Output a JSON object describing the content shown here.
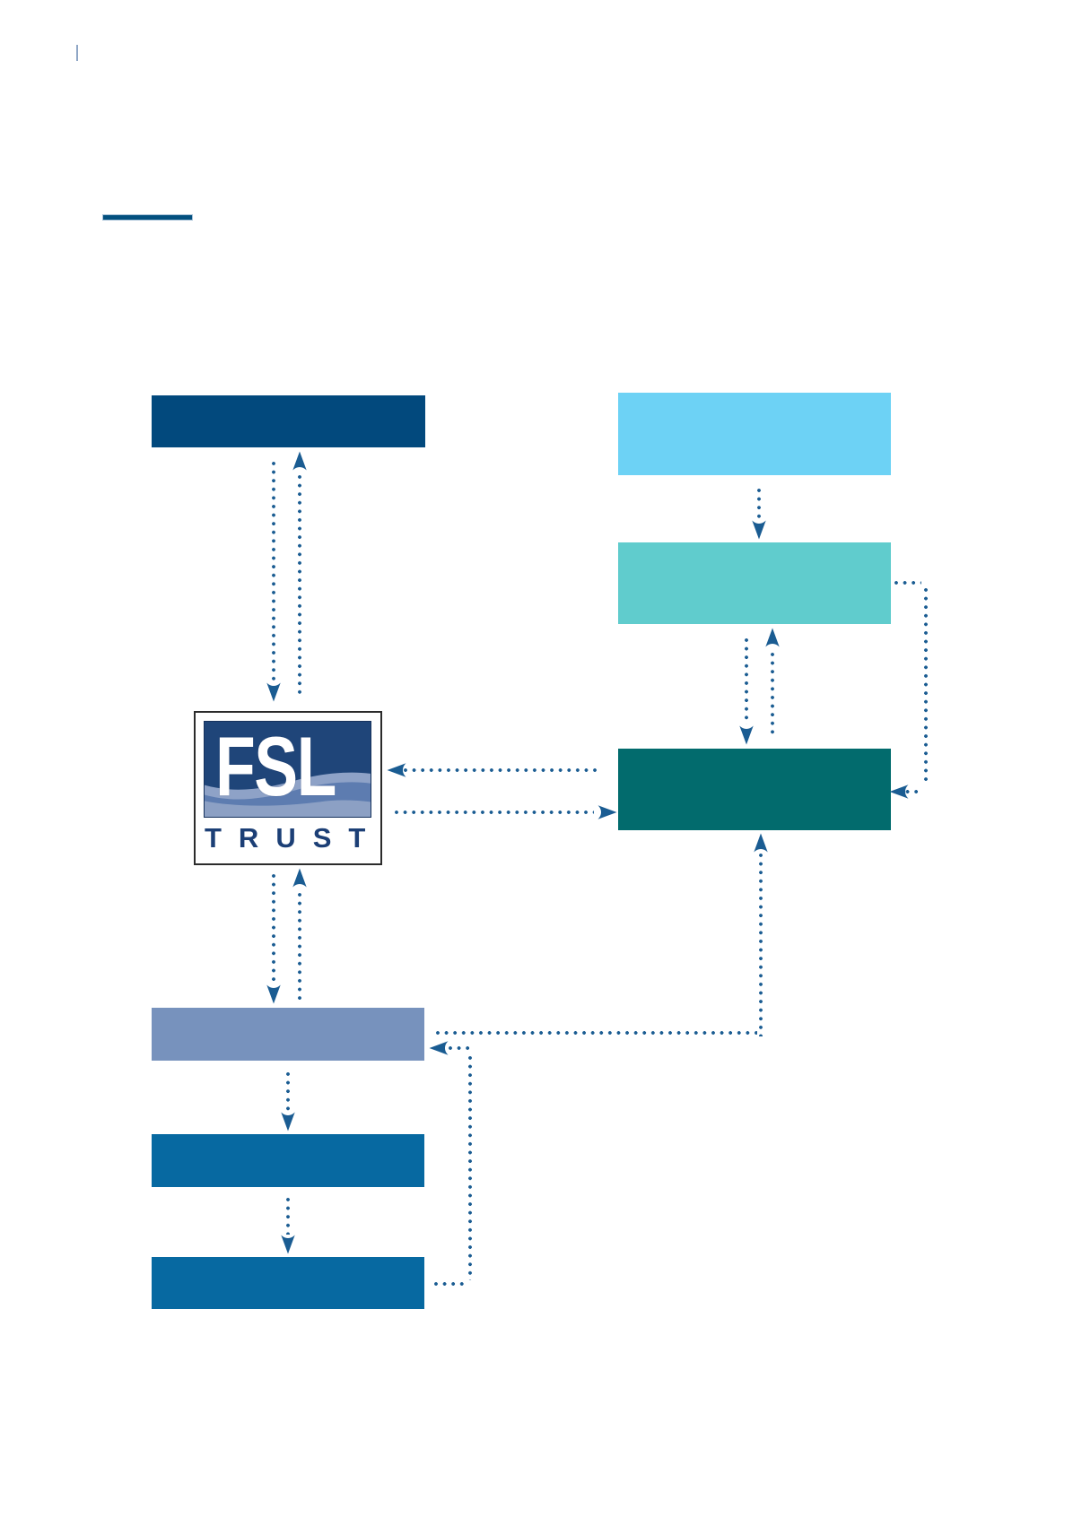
{
  "title": "FSL Trust structure diagram (all node boxes are blank / unlabeled)",
  "palette": {
    "arrow": "#1a5c92",
    "navy_box": "#02497d",
    "cyan_box": "#6dd2f5",
    "teal_box": "#60cccd",
    "dark_teal_box": "#026b6d",
    "slate_box": "#7792bd",
    "steel_box": "#0769a1",
    "tick": "#8fa6c6",
    "divider": "#03507f",
    "divider_edge": "#a9c2d8",
    "emblem_navy": "#1f4579",
    "wave_light": "#8ea2c7",
    "wave_medium": "#5d7cb0",
    "wave_bottom": "#8ca0c4",
    "trust_color": "#1c3f76",
    "logo_border": "#2b2b2b"
  },
  "logo": {
    "fsl_text": "FSL",
    "trust_text": "TRUST"
  },
  "nodes": [
    {
      "id": "navy-box",
      "label": "",
      "color_key": "navy_box"
    },
    {
      "id": "cyan-box",
      "label": "",
      "color_key": "cyan_box"
    },
    {
      "id": "teal-box",
      "label": "",
      "color_key": "teal_box"
    },
    {
      "id": "dark-teal-box",
      "label": "",
      "color_key": "dark_teal_box"
    },
    {
      "id": "slate-box",
      "label": "",
      "color_key": "slate_box"
    },
    {
      "id": "steel-box-1",
      "label": "",
      "color_key": "steel_box"
    },
    {
      "id": "steel-box-2",
      "label": "",
      "color_key": "steel_box"
    }
  ],
  "connectors": [
    {
      "from": "fsl-trust-logo",
      "to": "navy-box",
      "style": "dotted-arrow-up"
    },
    {
      "from": "navy-box",
      "to": "fsl-trust-logo",
      "style": "dotted-arrow-down"
    },
    {
      "from": "cyan-box",
      "to": "teal-box",
      "style": "dotted-arrow-down"
    },
    {
      "from": "teal-box",
      "to": "dark-teal-box",
      "style": "dotted-arrow-down"
    },
    {
      "from": "dark-teal-box",
      "to": "teal-box",
      "style": "dotted-arrow-up"
    },
    {
      "from": "teal-box",
      "to": "dark-teal-box",
      "style": "dotted-arrow-right-side-loop"
    },
    {
      "from": "dark-teal-box",
      "to": "fsl-trust-logo",
      "style": "dotted-arrow-left"
    },
    {
      "from": "fsl-trust-logo",
      "to": "dark-teal-box",
      "style": "dotted-arrow-right"
    },
    {
      "from": "fsl-trust-logo",
      "to": "slate-box",
      "style": "dotted-arrow-down"
    },
    {
      "from": "slate-box",
      "to": "fsl-trust-logo",
      "style": "dotted-arrow-up"
    },
    {
      "from": "slate-box",
      "to": "dark-teal-box",
      "style": "dotted-arrow-up-elbow"
    },
    {
      "from": "slate-box",
      "to": "steel-box-1",
      "style": "dotted-arrow-down"
    },
    {
      "from": "steel-box-1",
      "to": "steel-box-2",
      "style": "dotted-arrow-down"
    },
    {
      "from": "steel-box-2",
      "to": "slate-box",
      "style": "dotted-arrow-left-elbow"
    }
  ]
}
